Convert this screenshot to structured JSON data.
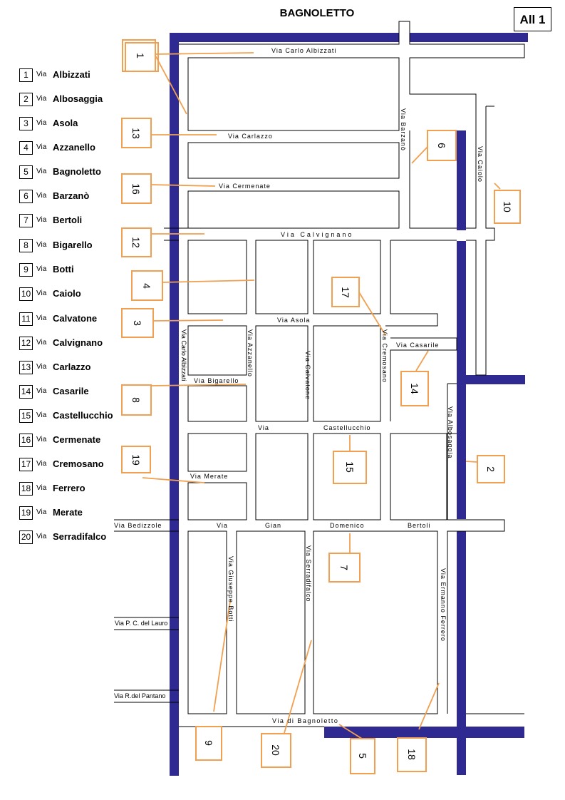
{
  "title": "BAGNOLETTO",
  "attachment_label": "All 1",
  "legend": [
    {
      "num": "1",
      "via": "Via",
      "name": "Albizzati"
    },
    {
      "num": "2",
      "via": "Via",
      "name": "Albosaggia"
    },
    {
      "num": "3",
      "via": "Via",
      "name": "Asola"
    },
    {
      "num": "4",
      "via": "Via",
      "name": "Azzanello"
    },
    {
      "num": "5",
      "via": "Via",
      "name": "Bagnoletto"
    },
    {
      "num": "6",
      "via": "Via",
      "name": "Barzanò"
    },
    {
      "num": "7",
      "via": "Via",
      "name": "Bertoli"
    },
    {
      "num": "8",
      "via": "Via",
      "name": "Bigarello"
    },
    {
      "num": "9",
      "via": "Via",
      "name": "Botti"
    },
    {
      "num": "10",
      "via": "Via",
      "name": "Caiolo"
    },
    {
      "num": "11",
      "via": "Via",
      "name": "Calvatone"
    },
    {
      "num": "12",
      "via": "Via",
      "name": "Calvignano"
    },
    {
      "num": "13",
      "via": "Via",
      "name": "Carlazzo"
    },
    {
      "num": "14",
      "via": "Via",
      "name": "Casarile"
    },
    {
      "num": "15",
      "via": "Via",
      "name": "Castellucchio"
    },
    {
      "num": "16",
      "via": "Via",
      "name": "Cermenate"
    },
    {
      "num": "17",
      "via": "Via",
      "name": "Cremosano"
    },
    {
      "num": "18",
      "via": "Via",
      "name": "Ferrero"
    },
    {
      "num": "19",
      "via": "Via",
      "name": "Merate"
    },
    {
      "num": "20",
      "via": "Via",
      "name": "Serradifalco"
    }
  ],
  "street_labels": {
    "albizzati_top": "Via Carlo Albizzati",
    "carlazzo": "Via  Carlazzo",
    "cermenate": "Via  Cermenate",
    "calvignano": "Via  Calvignano",
    "asola": "Via Asola",
    "casarile": "Via  Casarile",
    "bigarello": "Via  Bigarello",
    "via_word": "Via",
    "castellucchio": "Castellucchio",
    "merate": "Via  Merate",
    "bedizzole": "Via Bedizzole",
    "gian_via": "Via",
    "gian": "Gian",
    "domenico": "Domenico",
    "bertoli": "Bertoli",
    "pc_lauro": "Via P. C. del Lauro",
    "pantano": "Via R.del Pantano",
    "bagnoletto": "Via  di  Bagnoletto",
    "barzano": "Via Barzanò",
    "caiolo": "Via Caiolo",
    "albizzati_vert": "Via Carlo Albizzati",
    "azzanello": "Via Azzanello",
    "calvatone": "Via Calvatone",
    "cremosano": "Via Cremosano",
    "albosaggia": "Via Albosaggia",
    "giuseppe_botti": "Via Giuseppe Botti",
    "serradifalco": "Via Serradifalco",
    "ermanno_ferrero": "Via Ermanno Ferrero"
  },
  "colors": {
    "boundary": "#2e2a91",
    "callout": "#f0a050",
    "street": "#000000"
  }
}
